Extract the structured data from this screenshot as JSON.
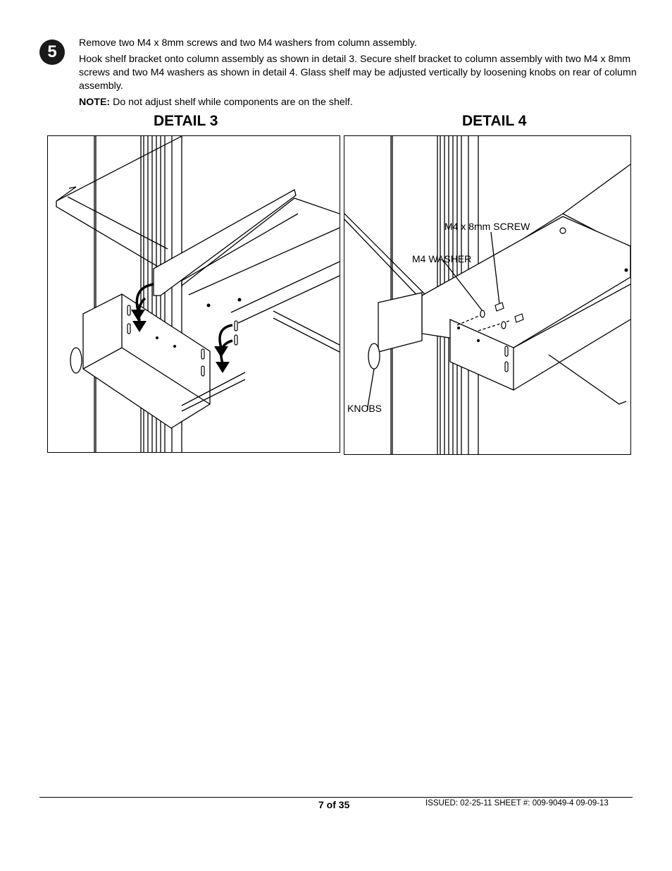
{
  "step": {
    "number": "5"
  },
  "instructions": {
    "line1": "Remove two M4 x 8mm screws and two M4 washers from column assembly.",
    "line2": "Hook shelf bracket onto column assembly as shown in detail 3. Secure shelf bracket to column assembly with two M4 x 8mm screws and two M4 washers as shown in detail 4. Glass shelf may be adjusted vertically by loosening knobs on rear of column assembly.",
    "note_label": "NOTE:",
    "note_text": " Do not adjust shelf while components are on the shelf."
  },
  "details": {
    "detail3": {
      "title": "DETAIL 3"
    },
    "detail4": {
      "title": "DETAIL 4",
      "callouts": {
        "screw": "M4 x 8mm SCREW",
        "washer": "M4 WASHER",
        "knobs": "KNOBS"
      }
    }
  },
  "footer": {
    "page": "7 of 35",
    "issue": "ISSUED: 02-25-11   SHEET #: 009-9049-4  09-09-13"
  }
}
